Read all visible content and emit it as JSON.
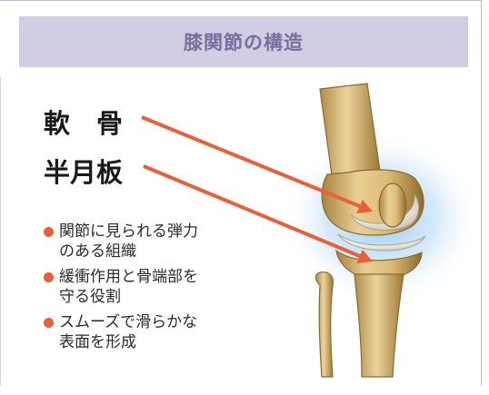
{
  "header": {
    "title": "膝関節の構造"
  },
  "labels": {
    "cartilage": "軟　骨",
    "meniscus": "半月板"
  },
  "bullets": [
    {
      "text": "関節に見られる弾力\nのある組織"
    },
    {
      "text": "緩衝作用と骨端部を\n守る役割"
    },
    {
      "text": "スムーズで滑らかな\n表面を形成"
    }
  ],
  "colors": {
    "accent": "#e85f3a",
    "title_bg": "#d2cde3",
    "title_text": "#7a6e9e",
    "bone": "#e2c58a",
    "cartilage": "#e6e2d6"
  }
}
